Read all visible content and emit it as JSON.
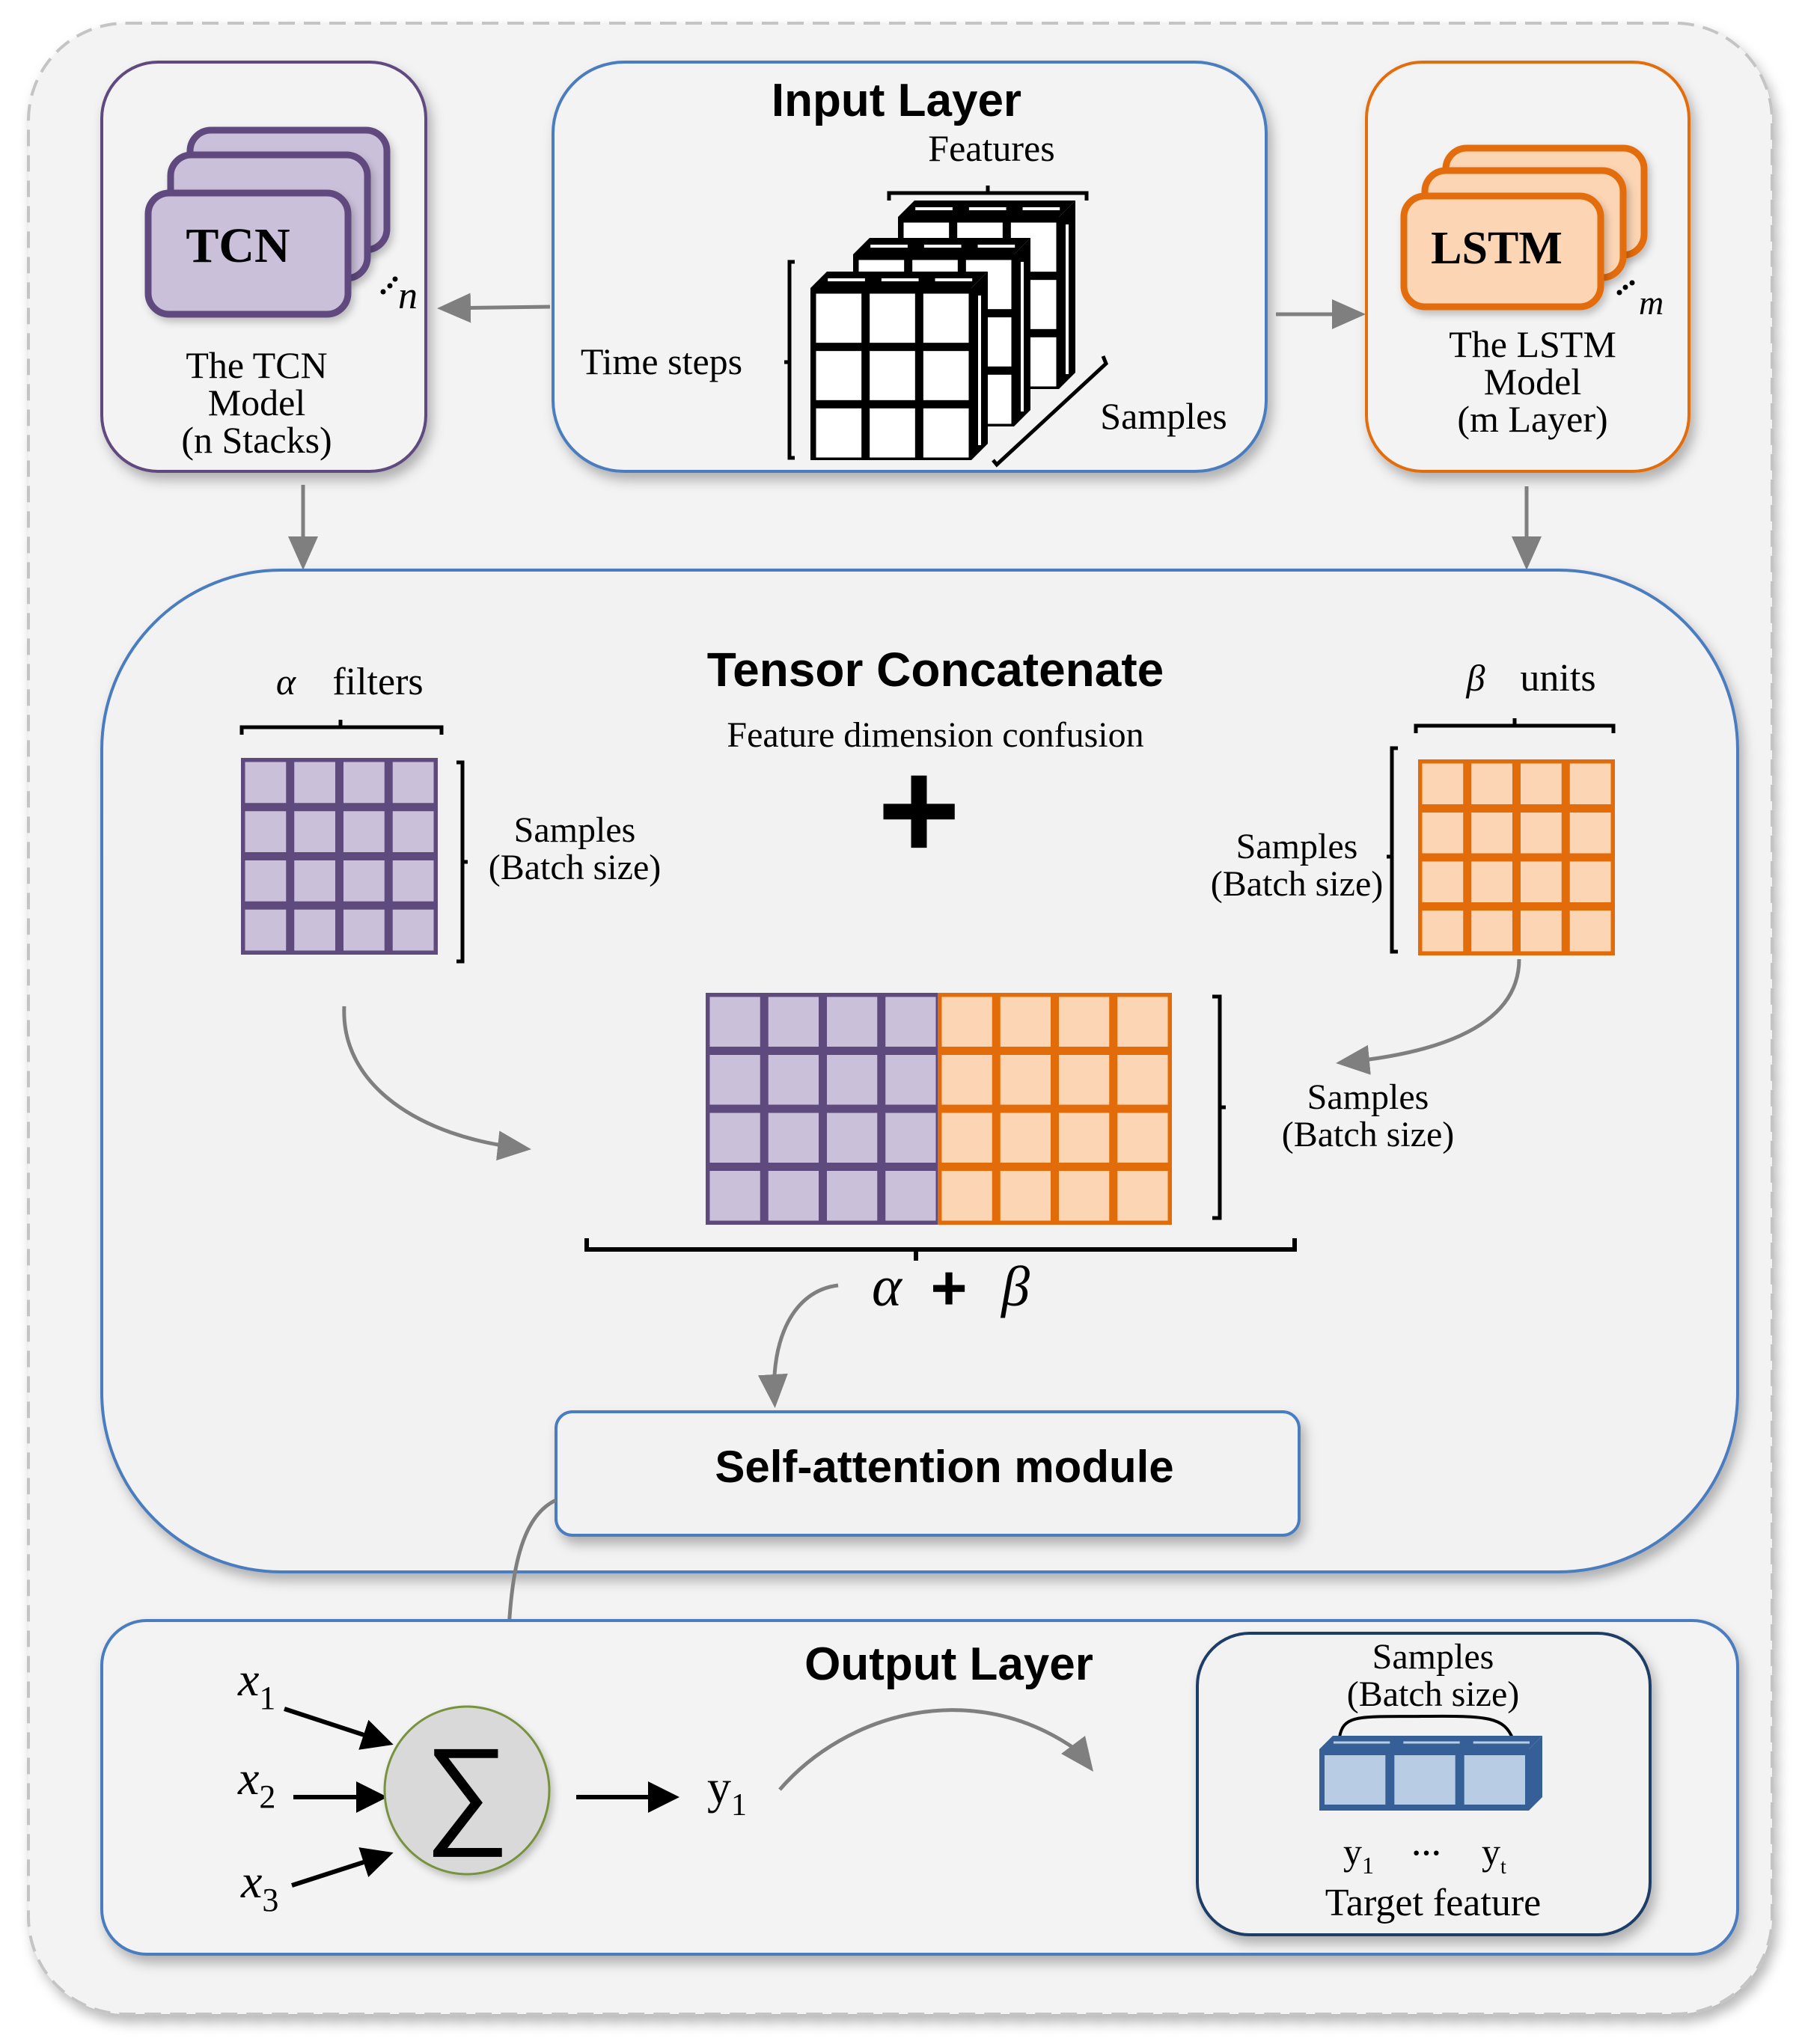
{
  "colors": {
    "frame_fill": "#f3f3f3",
    "frame_dash": "#c4c4c4",
    "blue_border": "#4a7dbf",
    "navy_border": "#1f3d66",
    "purple_stroke": "#5f4a7e",
    "purple_fill": "#cbc0da",
    "orange_stroke": "#e36c0a",
    "orange_fill": "#fcd5b4",
    "arrow_gray": "#7f7f7f",
    "sigma_fill": "#d9d9d9",
    "sigma_border": "#77933c",
    "output_block_stroke": "#355f96",
    "output_block_fill": "#b8cce4"
  },
  "tcn_panel": {
    "block_label": "TCN",
    "stack_symbol": "n",
    "caption_lines": [
      "The TCN",
      "Model",
      "(n Stacks)"
    ]
  },
  "input_panel": {
    "title": "Input Layer",
    "features_label": "Features",
    "time_steps_label": "Time steps",
    "samples_label": "Samples"
  },
  "lstm_panel": {
    "block_label": "LSTM",
    "stack_symbol": "m",
    "caption_lines": [
      "The LSTM",
      "Model",
      "(m Layer)"
    ]
  },
  "concat_panel": {
    "title": "Tensor Concatenate",
    "subtitle": "Feature dimension confusion",
    "plus_symbol": "+",
    "tcn_matrix": {
      "top_symbol": "α",
      "top_label": "filters",
      "side_label_lines": [
        "Samples",
        "(Batch size)"
      ],
      "rows": 4,
      "cols": 4
    },
    "lstm_matrix": {
      "top_symbol": "β",
      "top_label": "units",
      "side_label_lines": [
        "Samples",
        "(Batch size)"
      ],
      "rows": 4,
      "cols": 4
    },
    "combined_matrix": {
      "side_label_lines": [
        "Samples",
        "(Batch size)"
      ],
      "bottom_left_symbol": "α",
      "bottom_plus": "+",
      "bottom_right_symbol": "β",
      "rows": 4,
      "cols_per_part": 4
    }
  },
  "attention": {
    "label": "Self-attention module"
  },
  "output_panel": {
    "title": "Output Layer",
    "inputs": [
      {
        "var": "x",
        "sub": "1"
      },
      {
        "var": "x",
        "sub": "2"
      },
      {
        "var": "x",
        "sub": "3"
      }
    ],
    "sum_symbol": "∑",
    "output": {
      "var": "y",
      "sub": "1"
    },
    "target_box": {
      "top_label_lines": [
        "Samples",
        "(Batch size)"
      ],
      "cells": 3,
      "first_item": {
        "var": "y",
        "sub": "1"
      },
      "ellipsis": "···",
      "last_item": {
        "var": "y",
        "sub": "t"
      },
      "caption": "Target feature"
    }
  }
}
